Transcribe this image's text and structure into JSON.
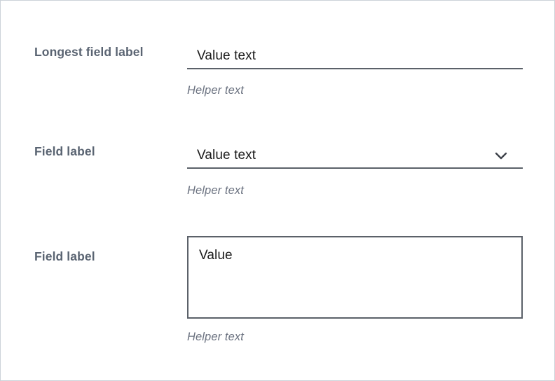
{
  "theme": {
    "page_background": "#ffffff",
    "page_border": "#ccd2d9",
    "label_color": "#5a6472",
    "value_color": "#1a1a1a",
    "helper_color": "#6b7280",
    "rule_color": "#5b6169",
    "icon_color": "#3f434b"
  },
  "form": {
    "fields": [
      {
        "type": "text-input",
        "label": "Longest field label",
        "value": "Value text",
        "helper": "Helper text"
      },
      {
        "type": "select",
        "label": "Field label",
        "value": "Value text",
        "helper": "Helper text",
        "icon": "chevron-down-icon"
      },
      {
        "type": "textarea",
        "label": "Field label",
        "value": "Value",
        "helper": "Helper text"
      }
    ]
  }
}
